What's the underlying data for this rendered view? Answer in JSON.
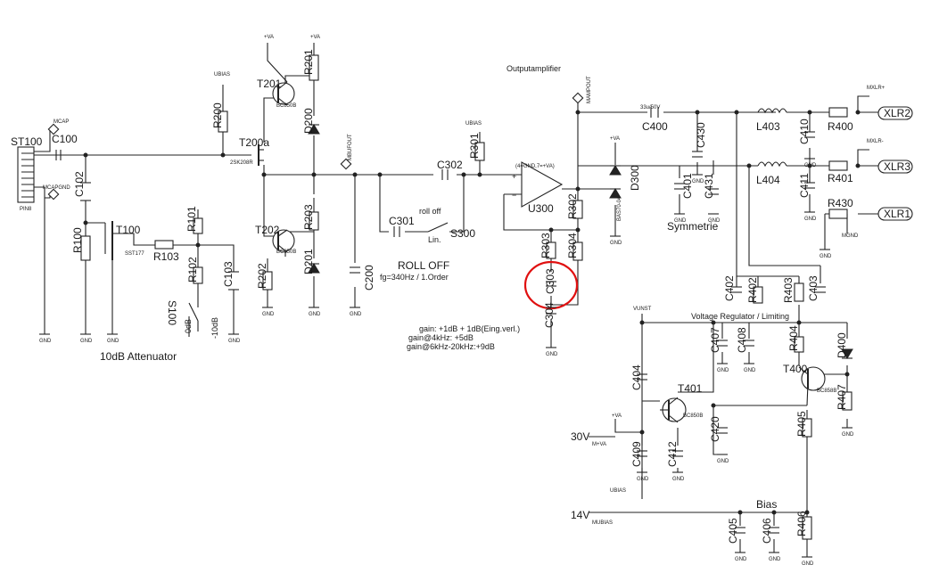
{
  "labels": {
    "outputamplifier": "Outputamplifier",
    "symmetrie": "Symmetrie",
    "attenuator": "10dB  Attenuator",
    "roll_off_title": "ROLL OFF",
    "roll_off_fg": "fg=340Hz / 1.Order",
    "roll_off_switch": "roll off",
    "lin": "Lin.",
    "voltage_regulator": "Voltage Regulator / Limiting",
    "bias": "Bias",
    "v30": "30V",
    "v14": "14V",
    "zero_db": "0dB",
    "minus10db": "-10dB",
    "s100": "S100",
    "gain1": "gain: +1dB + 1dB(Eing.verl.)",
    "gain2": "gain@4kHz:          +5dB",
    "gain3": "gain@6kHz-20kHz:+9dB",
    "opamp_supply": "(4=GND,7=+VA)"
  },
  "components": {
    "ST100": "ST100",
    "C100": "C100",
    "C102": "C102",
    "R100": "R100",
    "T100": "T100",
    "T100_type": "SST177",
    "R103": "R103",
    "R101": "R101",
    "R102": "R102",
    "C103": "C103",
    "R200": "R200",
    "T200": "T200a",
    "T200_type": "2SK208R",
    "T201": "T201",
    "T201_type": "BC850B",
    "T202": "T202",
    "T202_type": "BC850B",
    "R201": "R201",
    "D200": "D200",
    "R203": "R203",
    "D201": "D201",
    "R202": "R202",
    "C200": "C200",
    "C301": "C301",
    "C302": "C302",
    "R301": "R301",
    "S300": "S300",
    "U300": "U300",
    "R302": "R302",
    "R303": "R303",
    "R304": "R304",
    "C303": "C303",
    "C304": "C304",
    "D300": "D300",
    "D300_type": "BAS70-04",
    "C400": "C400",
    "C400_val": "33u/50V",
    "L403": "L403",
    "L404": "L404",
    "R400": "R400",
    "R401": "R401",
    "R430": "R430",
    "C410": "C410",
    "C411": "C411",
    "C430": "C430",
    "C431": "C431",
    "C401": "C401",
    "C402": "C402",
    "R402": "R402",
    "R403": "R403",
    "C403": "C403",
    "C407": "C407",
    "C408": "C408",
    "C404": "C404",
    "T401": "T401",
    "T401_type": "BC850B",
    "C409": "C409",
    "C412": "C412",
    "C420": "C420",
    "R404": "R404",
    "D400": "D400",
    "T400": "T400",
    "T400_type": "BC858B",
    "R407": "R407",
    "R405": "R405",
    "C405": "C405",
    "C406": "C406",
    "R406": "R406"
  },
  "nets": {
    "mcap": "MCAP",
    "mcapgnd": "MCAPGND",
    "pin8": "PIN8",
    "ubias": "UBIAS",
    "va": "+VA",
    "mbiasout": "MBUFOUT",
    "mampout": "MAMPOUT",
    "vunst": "VUNST",
    "mxlr_plus": "MXLR+",
    "mxlr_minus": "MXLR-",
    "mgnd": "MGND",
    "mplus_va": "M+VA",
    "mubias": "MUBIAS",
    "gnd": "GND"
  },
  "connectors": {
    "xlr2": "XLR2",
    "xlr3": "XLR3",
    "xlr1": "XLR1"
  },
  "annotation": {
    "highlight_target": "C303",
    "highlight_color": "#e01010"
  }
}
